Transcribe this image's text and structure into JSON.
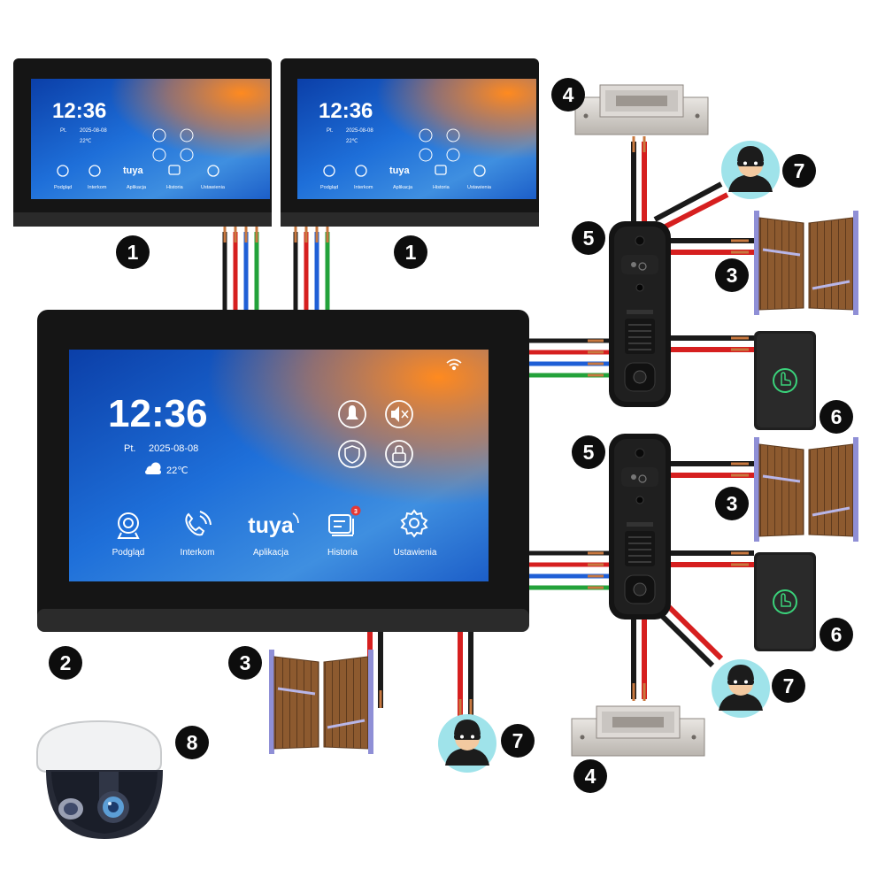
{
  "badges": {
    "slave_monitor": "1",
    "master_monitor": "2",
    "gate": "3",
    "electric_lock": "4",
    "door_station": "5",
    "exit_button": "6",
    "intruder": "7",
    "camera": "8"
  },
  "screen": {
    "time": "12:36",
    "day": "Pt.",
    "date": "2025-08-08",
    "temperature": "22℃",
    "brand": "tuya",
    "notification_count": "3",
    "apps": [
      {
        "label": "Podgląd",
        "icon": "camera-icon"
      },
      {
        "label": "Interkom",
        "icon": "phone-icon"
      },
      {
        "label": "Aplikacja",
        "icon": "tuya-logo"
      },
      {
        "label": "Historia",
        "icon": "history-icon"
      },
      {
        "label": "Ustawienia",
        "icon": "gear-icon"
      }
    ]
  },
  "colors": {
    "wire_black": "#1a1a1a",
    "wire_red": "#d61f1f",
    "wire_blue": "#1f5fd6",
    "wire_green": "#23a23a",
    "copper": "#c8783f",
    "gate_wood": "#8a5a30",
    "gate_frame": "#8f8fd6",
    "intruder_bg": "#9fe3ea",
    "exit_button_glow": "#3ad17a"
  }
}
